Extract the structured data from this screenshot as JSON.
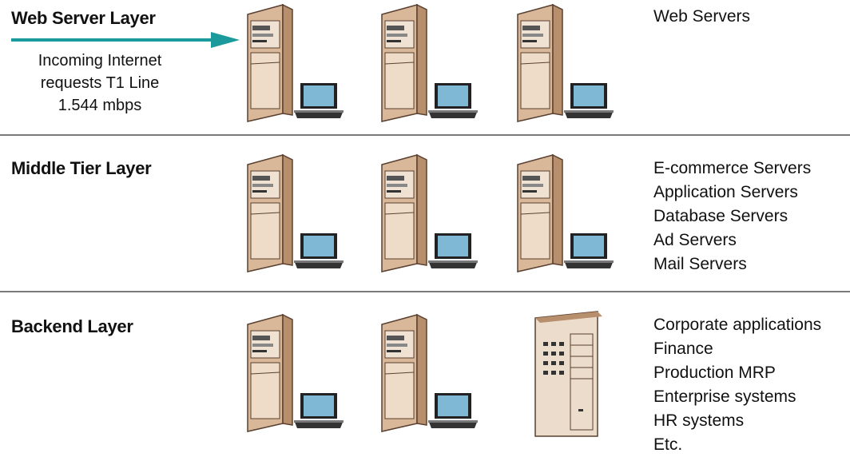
{
  "layers": [
    {
      "title": "Web Server Layer",
      "labels": [
        "Web Servers"
      ]
    },
    {
      "title": "Middle Tier Layer",
      "labels": [
        "E-commerce Servers",
        "Application Servers",
        "Database Servers",
        "Ad Servers",
        "Mail Servers"
      ]
    },
    {
      "title": "Backend Layer",
      "labels": [
        "Corporate applications",
        "Finance",
        "Production MRP",
        "Enterprise systems",
        "HR systems",
        "Etc."
      ]
    }
  ],
  "incoming": {
    "lines": [
      "Incoming Internet",
      "requests T1 Line",
      "1.544 mbps"
    ]
  },
  "colors": {
    "arrow": "#1a9a9a",
    "tower": "#d9b89a",
    "tower_dark": "#b88f6c",
    "screen": "#7fb8d4",
    "divider": "#7a7a7a"
  },
  "icons": [
    "server-tower-icon",
    "laptop-icon",
    "mainframe-icon",
    "arrow-icon"
  ]
}
